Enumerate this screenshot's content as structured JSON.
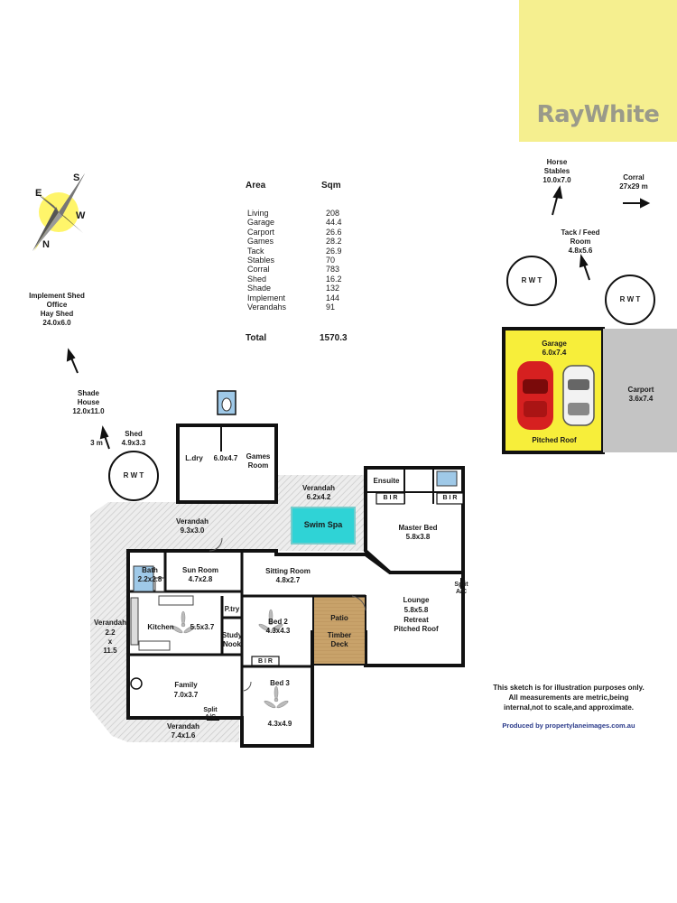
{
  "brand": {
    "logo_text": "RayWhite",
    "background": "#f5ef8f"
  },
  "area_table": {
    "header_area": "Area",
    "header_sqm": "Sqm",
    "rows": [
      {
        "name": "Living",
        "value": "208"
      },
      {
        "name": "Garage",
        "value": "44.4"
      },
      {
        "name": "Carport",
        "value": "26.6"
      },
      {
        "name": "Games",
        "value": "28.2"
      },
      {
        "name": "Tack",
        "value": "26.9"
      },
      {
        "name": "Stables",
        "value": "70"
      },
      {
        "name": "Corral",
        "value": "783"
      },
      {
        "name": "Shed",
        "value": "16.2"
      },
      {
        "name": "Shade",
        "value": "132"
      },
      {
        "name": "Implement",
        "value": "144"
      },
      {
        "name": "Verandahs",
        "value": "91"
      }
    ],
    "total_label": "Total",
    "total_value": "1570.3"
  },
  "compass": {
    "n": "N",
    "s": "S",
    "e": "E",
    "w": "W"
  },
  "outbuildings": {
    "horse_stables": {
      "name": "Horse\nStables",
      "size": "10.0x7.0"
    },
    "corral": {
      "name": "Corral",
      "size": "27x29 m"
    },
    "tack": {
      "name": "Tack / Feed\nRoom",
      "size": "4.8x5.6"
    },
    "rwt": "R W T",
    "garage": {
      "name": "Garage",
      "size": "6.0x7.4",
      "roof": "Pitched Roof"
    },
    "carport": {
      "name": "Carport",
      "size": "3.6x7.4"
    },
    "implement_shed": {
      "name": "Implement Shed\nOffice\nHay Shed",
      "size": "24.0x6.0"
    },
    "shade_house": {
      "name": "Shade\nHouse",
      "size": "12.0x11.0"
    },
    "shed": {
      "name": "Shed",
      "size": "4.9x3.3",
      "distance": "3 m"
    }
  },
  "rooms": {
    "laundry": {
      "name": "L.dry",
      "size": "6.0x4.7"
    },
    "games": {
      "name": "Games\nRoom"
    },
    "verandah_top": {
      "name": "Verandah",
      "size": "6.2x4.2"
    },
    "swim_spa": {
      "name": "Swim Spa"
    },
    "ensuite": {
      "name": "Ensuite"
    },
    "bir": "B I R",
    "master": {
      "name": "Master Bed",
      "size": "5.8x3.8"
    },
    "verandah_main": {
      "name": "Verandah",
      "size": "9.3x3.0"
    },
    "bath": {
      "name": "Bath",
      "size": "2.2x2.8"
    },
    "sun_room": {
      "name": "Sun Room",
      "size": "4.7x2.8"
    },
    "sitting": {
      "name": "Sitting Room",
      "size": "4.8x2.7"
    },
    "split_ac": "Split\nA/C",
    "lounge": {
      "name": "Lounge",
      "size": "5.8x5.8",
      "extra": "Retreat\nPitched Roof"
    },
    "pantry": {
      "name": "P.try"
    },
    "kitchen": {
      "name": "Kitchen",
      "size": "5.5x3.7"
    },
    "bed2": {
      "name": "Bed 2",
      "size": "4.3x4.3"
    },
    "patio": {
      "name": "Patio"
    },
    "timber_deck": {
      "name": "Timber\nDeck"
    },
    "study": {
      "name": "Study\nNook"
    },
    "verandah_side": {
      "name": "Verandah",
      "size": "2.2\nx\n11.5"
    },
    "family": {
      "name": "Family",
      "size": "7.0x3.7"
    },
    "bed3": {
      "name": "Bed 3",
      "size": "4.3x4.9"
    },
    "verandah_bottom": {
      "name": "Verandah",
      "size": "7.4x1.6"
    }
  },
  "disclaimer": "This sketch is for illustration purposes only.\nAll measurements are metric,being\ninternal,not to scale,and approximate.",
  "credit": "Produced by propertylaneimages.com.au",
  "colors": {
    "garage_yellow": "#f7ee3a",
    "carport_grey": "#c4c4c4",
    "spa_cyan": "#2fd3d6",
    "deck_tan": "#c8a26a",
    "wall": "#111111"
  }
}
